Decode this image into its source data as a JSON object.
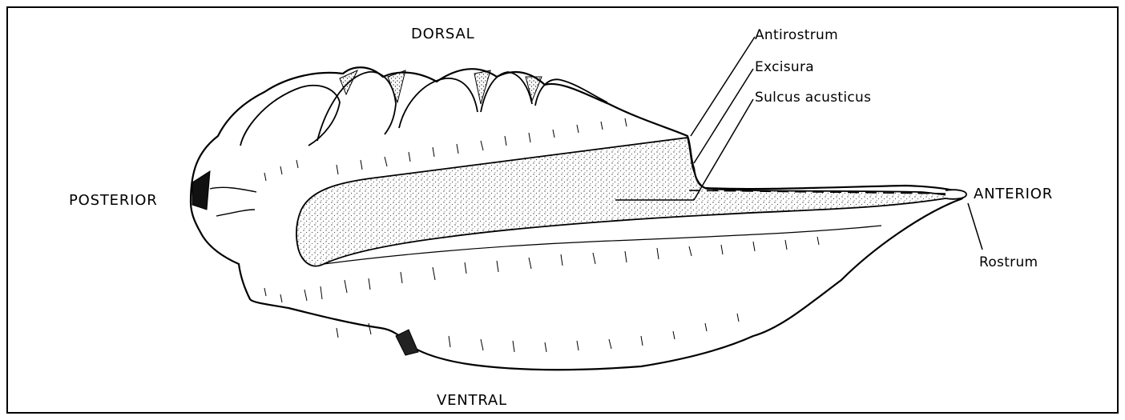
{
  "labels": {
    "dorsal": "DORSAL",
    "ventral": "VENTRAL",
    "posterior": "POSTERIOR",
    "anterior": "ANTERIOR",
    "antirostrum": "Antirostrum",
    "excisura": "Excisura",
    "sulcus_acusticus": "Sulcus  acusticus",
    "rostrum": "Rostrum"
  },
  "colors": {
    "ink": "#000000",
    "background": "#ffffff",
    "stipple": "#444444"
  }
}
